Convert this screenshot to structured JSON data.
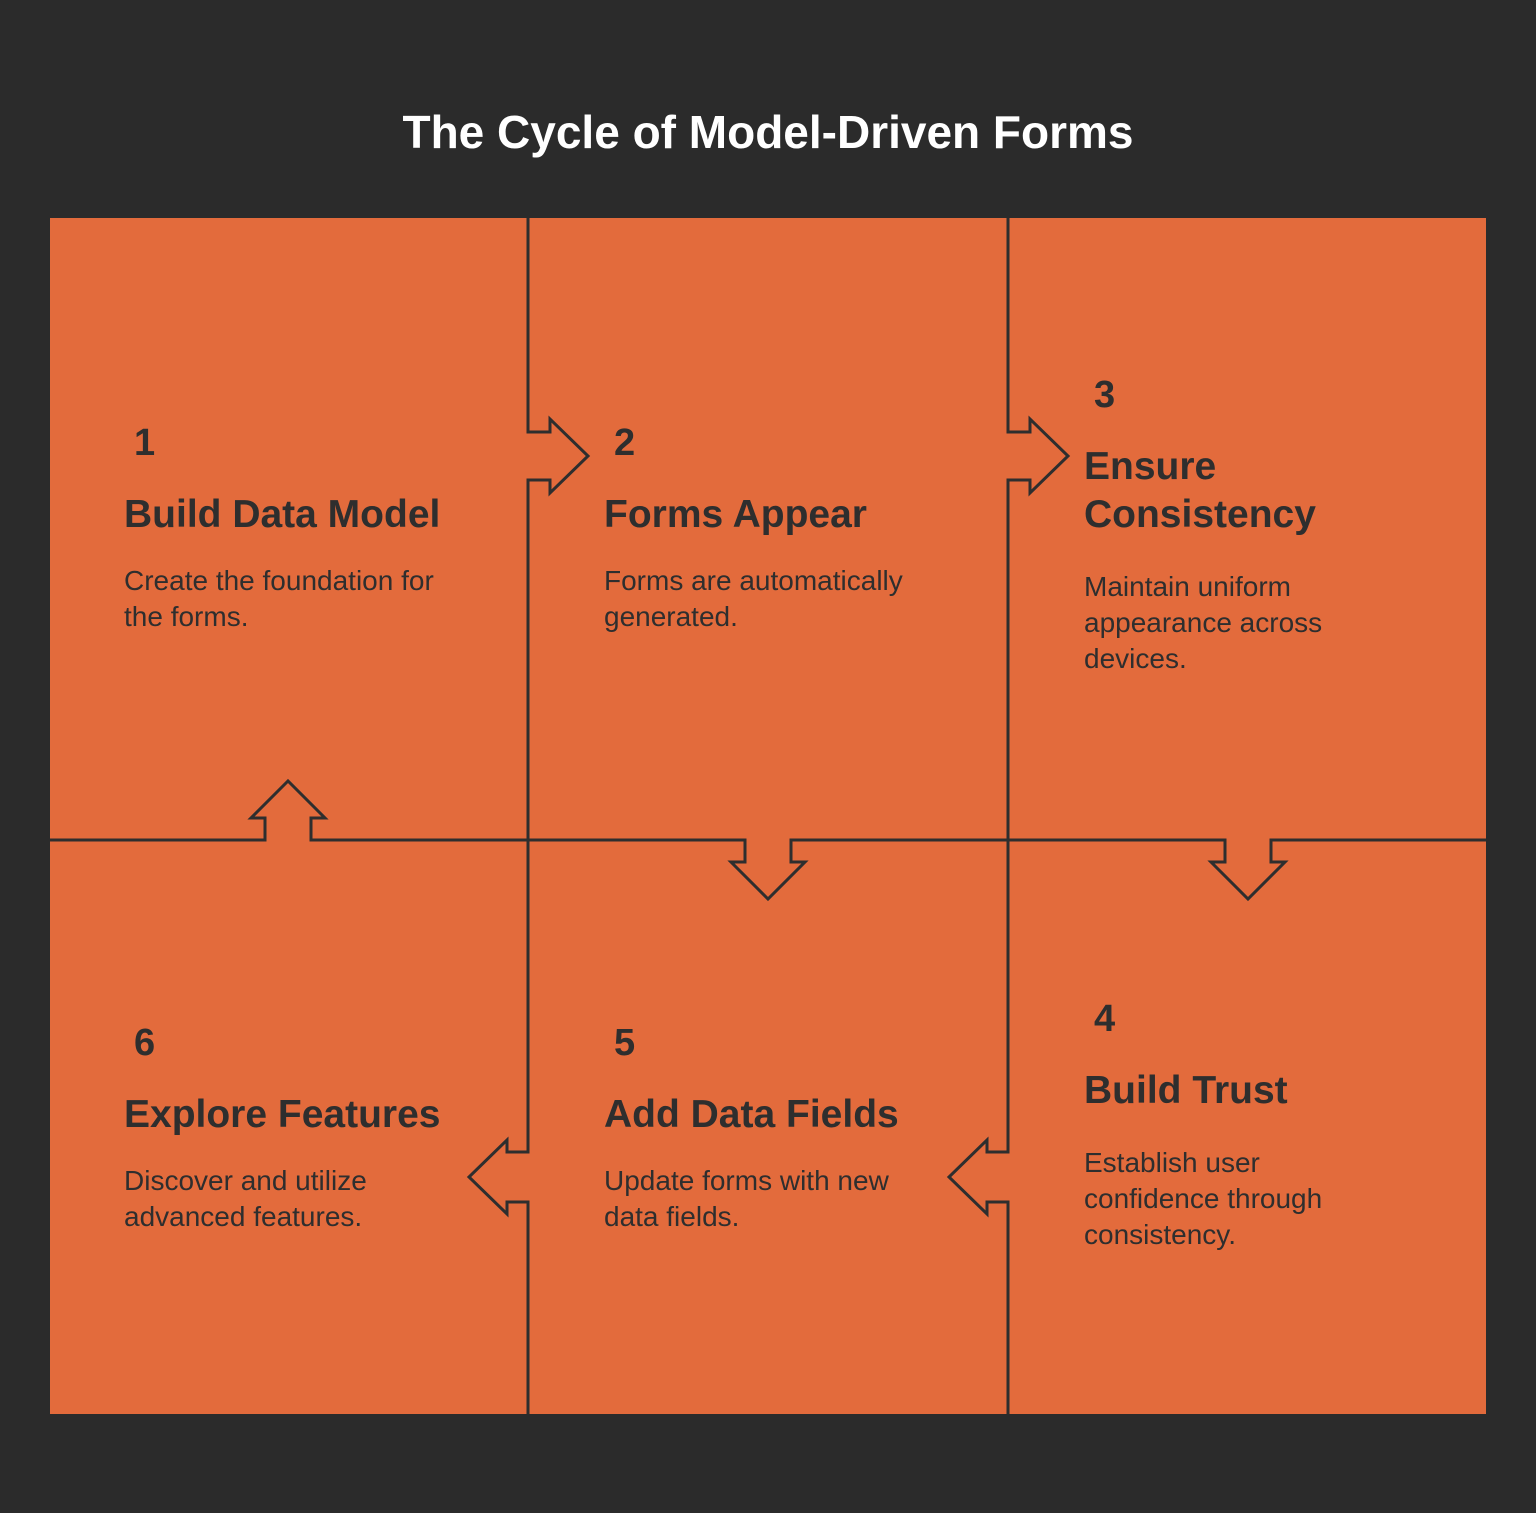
{
  "title": "The Cycle of Model-Driven Forms",
  "colors": {
    "background": "#2b2b2b",
    "panel": "#e36b3c",
    "line": "#2e2e2e",
    "text_dark": "#2e2e2e",
    "title_text": "#ffffff"
  },
  "steps": [
    {
      "number": "1",
      "title": "Build Data Model",
      "description": "Create the foundation for the forms."
    },
    {
      "number": "2",
      "title": "Forms Appear",
      "description": "Forms are automatically generated."
    },
    {
      "number": "3",
      "title": "Ensure Consistency",
      "description": "Maintain uniform appearance across devices."
    },
    {
      "number": "4",
      "title": "Build Trust",
      "description": "Establish user confidence through consistency."
    },
    {
      "number": "5",
      "title": "Add Data Fields",
      "description": "Update forms with new data fields."
    },
    {
      "number": "6",
      "title": "Explore Features",
      "description": "Discover and utilize advanced features."
    }
  ],
  "flow": [
    {
      "from": "1",
      "to": "2",
      "direction": "right"
    },
    {
      "from": "2",
      "to": "3",
      "direction": "right"
    },
    {
      "from": "3",
      "to": "4",
      "direction": "down"
    },
    {
      "from": "4",
      "to": "5",
      "direction": "left"
    },
    {
      "from": "5",
      "to": "6",
      "direction": "left"
    },
    {
      "from": "6",
      "to": "1",
      "direction": "up"
    }
  ]
}
